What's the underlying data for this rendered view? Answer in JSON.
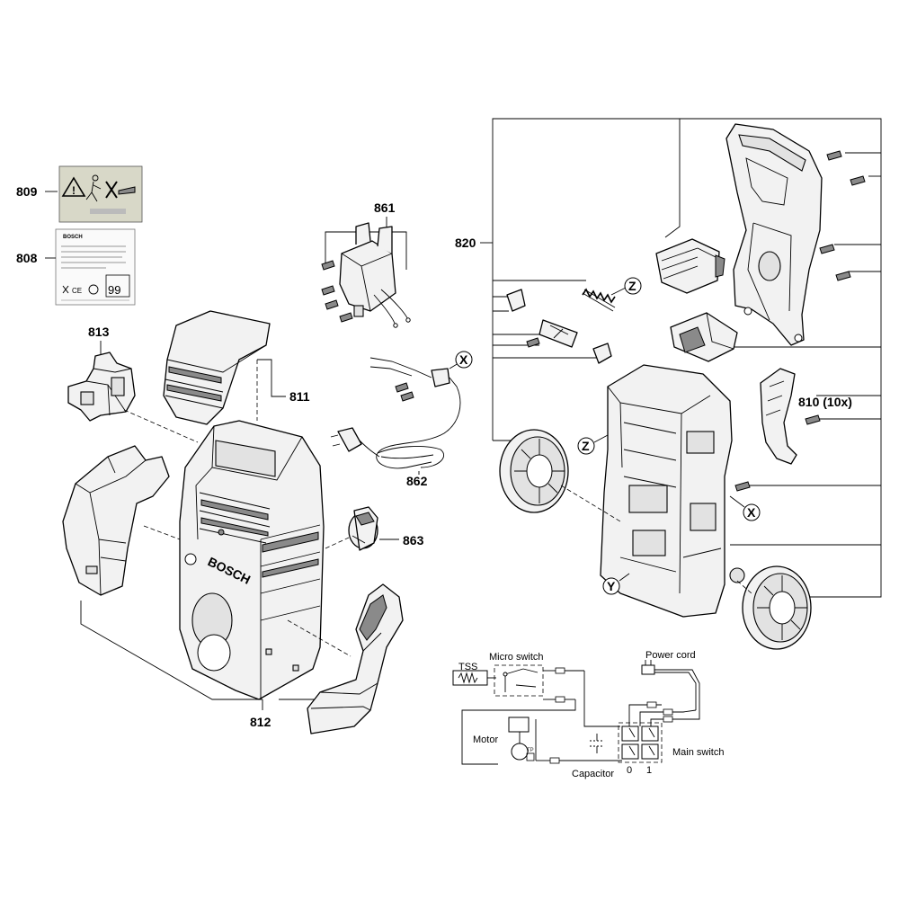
{
  "labels": {
    "p809": "809",
    "p808": "808",
    "p813": "813",
    "p861": "861",
    "p811": "811",
    "p862": "862",
    "p863": "863",
    "p812": "812",
    "p820": "820",
    "p810": "810 (10x)"
  },
  "markers": {
    "z1": "Z",
    "z2": "Z",
    "x1": "X",
    "x2": "X",
    "y1": "Y"
  },
  "wiring": {
    "tss": "TSS",
    "micro_switch": "Micro switch",
    "power_cord": "Power cord",
    "motor": "Motor",
    "main_switch": "Main switch",
    "capacitor": "Capacitor",
    "pos0": "0",
    "pos1": "1"
  },
  "label_card": {
    "brand": "BOSCH",
    "rating": "99"
  },
  "housing_brand": "BOSCH",
  "colors": {
    "ink": "#000000",
    "part_fill": "#f2f2f2",
    "shade": "#8a8a8a",
    "warning_bg": "#d8d8c8"
  }
}
